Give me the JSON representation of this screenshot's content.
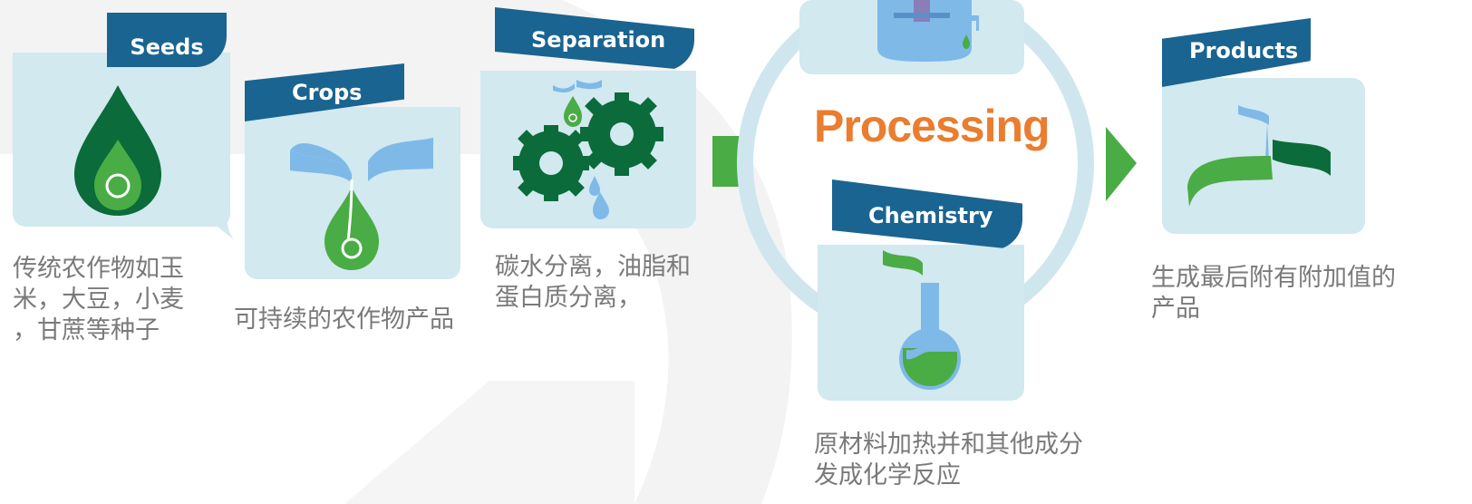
{
  "stages": [
    {
      "id": "seeds",
      "title": "Seeds",
      "desc_lines": [
        "传统农作物如玉",
        "米，大豆，小麦",
        "，甘蔗等种子"
      ]
    },
    {
      "id": "crops",
      "title": "Crops",
      "desc_lines": [
        "可持续的农作物产品"
      ]
    },
    {
      "id": "separation",
      "title": "Separation",
      "desc_lines": [
        "碳水分离，油脂和",
        "蛋白质分离，"
      ]
    },
    {
      "id": "chemistry",
      "title": "Chemistry",
      "desc_lines": [
        "原材料加热并和其他成分",
        "发成化学反应"
      ]
    },
    {
      "id": "products",
      "title": "Products",
      "desc_lines": [
        "生成最后附有附加值的",
        "产品"
      ]
    }
  ],
  "processing": {
    "title": "Processing"
  },
  "colors": {
    "banner": "#1a6491",
    "card": "#d1e9ef",
    "dark_green": "#0b6b3a",
    "light_green": "#4aac45",
    "light_blue": "#7fb9e8",
    "orange": "#ea7d2f",
    "ring": "#cfe6ef",
    "desc_text": "#7a7a7a"
  },
  "icons": [
    "seed-drop-icon",
    "sprout-drop-icon",
    "gears-icon",
    "reactor-icon",
    "flask-icon",
    "product-ribbon-icon",
    "arrow-right-icon"
  ]
}
